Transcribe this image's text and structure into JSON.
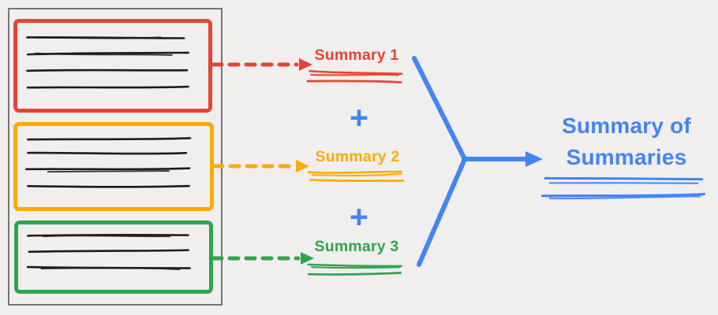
{
  "palette": {
    "red": "#E74335",
    "amber": "#FAAB04",
    "green": "#2FA44E",
    "blue": "#4285F4",
    "ink": "#1C1C1C",
    "frame_gray": "#747474",
    "background": "#F0EFED"
  },
  "documents": {
    "items": [
      {
        "name": "document-1",
        "accent": "red",
        "text_lines": 5
      },
      {
        "name": "document-2",
        "accent": "amber",
        "text_lines": 5
      },
      {
        "name": "document-3",
        "accent": "green",
        "text_lines": 4
      }
    ]
  },
  "summaries": [
    {
      "label": "Summary 1",
      "accent": "red"
    },
    {
      "label": "Summary 2",
      "accent": "amber"
    },
    {
      "label": "Summary 3",
      "accent": "green"
    }
  ],
  "operator": "+",
  "result": {
    "title": "Summary of Summaries",
    "accent": "blue"
  }
}
